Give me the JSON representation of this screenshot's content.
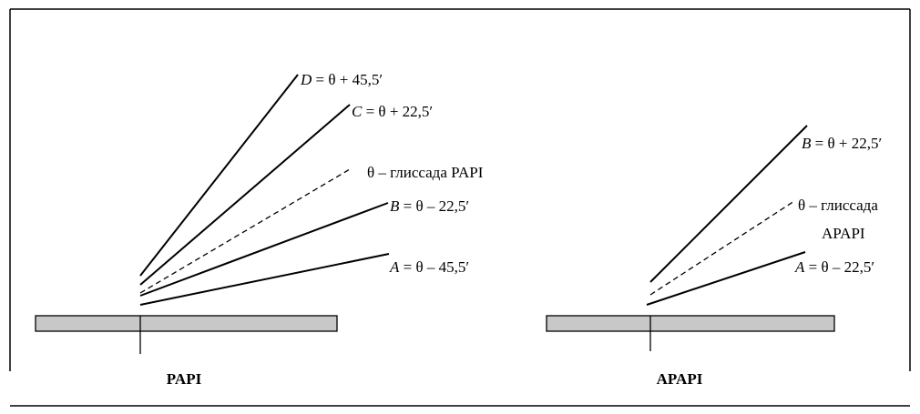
{
  "papi": {
    "title": "PAPI",
    "labels": {
      "d_letter": "D",
      "d_rest": " = θ + 45,5′",
      "c_letter": "C",
      "c_rest": " = θ + 22,5′",
      "glide": "θ – глиссада PAPI",
      "b_letter": "B",
      "b_rest": " = θ – 22,5′",
      "a_letter": "A",
      "a_rest": " = θ – 45,5′"
    }
  },
  "apapi": {
    "title": "APAPI",
    "labels": {
      "b_letter": "B",
      "b_rest": " = θ + 22,5′",
      "glide_line1": "θ – глиссада",
      "glide_line2": "APAPI",
      "a_letter": "A",
      "a_rest": " = θ – 22,5′"
    }
  }
}
